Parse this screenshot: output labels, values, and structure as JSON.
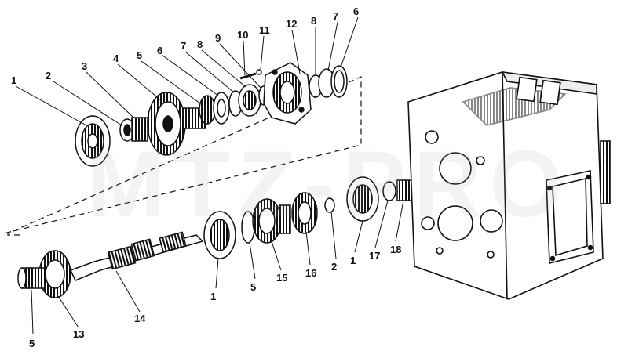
{
  "watermark": "MTZ-PRO",
  "callouts": {
    "top": [
      "1",
      "2",
      "3",
      "4",
      "5",
      "6",
      "7",
      "8",
      "9",
      "10",
      "11",
      "12",
      "8",
      "7",
      "6"
    ],
    "bottom": [
      "5",
      "13",
      "14",
      "1",
      "5",
      "15",
      "16",
      "2",
      "1",
      "17",
      "18"
    ]
  },
  "colors": {
    "ink": "#111111",
    "background": "#ffffff",
    "watermark": "#a0a0a0"
  }
}
